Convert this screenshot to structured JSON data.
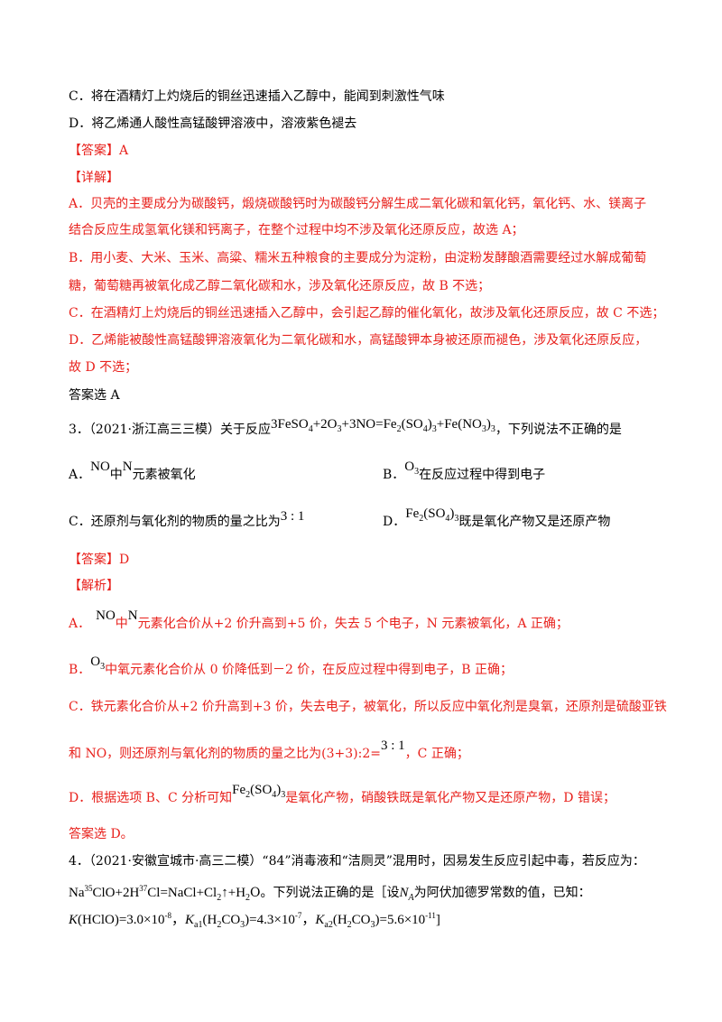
{
  "q2": {
    "opt_c": "C．将在酒精灯上灼烧后的铜丝迅速插入乙醇中，能闻到刺激性气味",
    "opt_d": "D．将乙烯通人酸性高锰酸钾溶液中，溶液紫色褪去",
    "answer": "【答案】A",
    "detail_head": "【详解】",
    "detail": [
      "A．贝壳的主要成分为碳酸钙，煅烧碳酸钙时为碳酸钙分解生成二氧化碳和氧化钙，氧化钙、水、镁离子",
      "结合反应生成氢氧化镁和钙离子，在整个过程中均不涉及氧化还原反应，故选 A；",
      "B．用小麦、大米、玉米、高粱、糯米五种粮食的主要成分为淀粉，由淀粉发酵酿酒需要经过水解成葡萄",
      "糖，葡萄糖再被氧化成乙醇二氧化碳和水，涉及氧化还原反应，故 B 不选；",
      "C．在酒精灯上灼烧后的铜丝迅速插入乙醇中，会引起乙醇的催化氧化，故涉及氧化还原反应，故 C 不选；",
      "D．乙烯能被酸性高锰酸钾溶液氧化为二氧化碳和水，高锰酸钾本身被还原而褪色，涉及氧化还原反应，",
      "故 D 不选；"
    ],
    "conclusion": "答案选 A"
  },
  "q3": {
    "stem_prefix": "3．（2021·浙江高三三模）关于反应",
    "stem_suffix": "，下列说法不正确的是",
    "opt_a_label": "A．",
    "opt_a_text_mid": "中",
    "opt_a_text_end": "元素被氧化",
    "opt_b_label": "B．",
    "opt_b_text": "在反应过程中得到电子",
    "opt_c_text": "C．还原剂与氧化剂的物质的量之比为",
    "opt_c_ratio": "3 : 1",
    "opt_d_label": "D．",
    "opt_d_text": "既是氧化产物又是还原产物",
    "answer": "【答案】D",
    "analysis_head": "【解析】",
    "an_a_label": "A．",
    "an_a_mid": "中",
    "an_a_text": "元素化合价从+2 价升高到+5 价，失去 5 个电子，N 元素被氧化，A 正确；",
    "an_b_label": "B．",
    "an_b_text": "中氧元素化合价从 0 价降低到－2 价，在反应过程中得到电子，B 正确；",
    "an_c1": "C．铁元素化合价从+2 价升高到+3 价，失去电子，被氧化，所以反应中氧化剂是臭氧，还原剂是硫酸亚铁",
    "an_c2_prefix": "和 NO，则还原剂与氧化剂的物质的量之比为(3+3):2=",
    "an_c2_ratio": "3 : 1",
    "an_c2_suffix": "，C 正确；",
    "an_d_prefix": "D．根据选项 B、C 分析可知",
    "an_d_suffix": "是氧化产物，硝酸铁既是氧化产物又是还原产物，D 错误；",
    "conclusion": "答案选 D。"
  },
  "q4": {
    "line1": "4．（2021·安徽宣城市·高三二模）“84”消毒液和“洁厕灵”混用时，因易发生反应引起中毒，若反应为：",
    "line2_tail": "ClO+2H",
    "line2_tail2": "Cl=NaCl+Cl",
    "line2_tail3": "↑+H",
    "line2_tail4": "O。下列说法正确的是［设",
    "line2_tail5": "为阿伏加德罗常数的值，已知：",
    "line3": "K(HClO)=3.0×10⁻⁸，Ka1(H₂CO₃)=4.3×10⁻⁷，Ka2(H₂CO₃)=5.6×10⁻¹¹]"
  }
}
